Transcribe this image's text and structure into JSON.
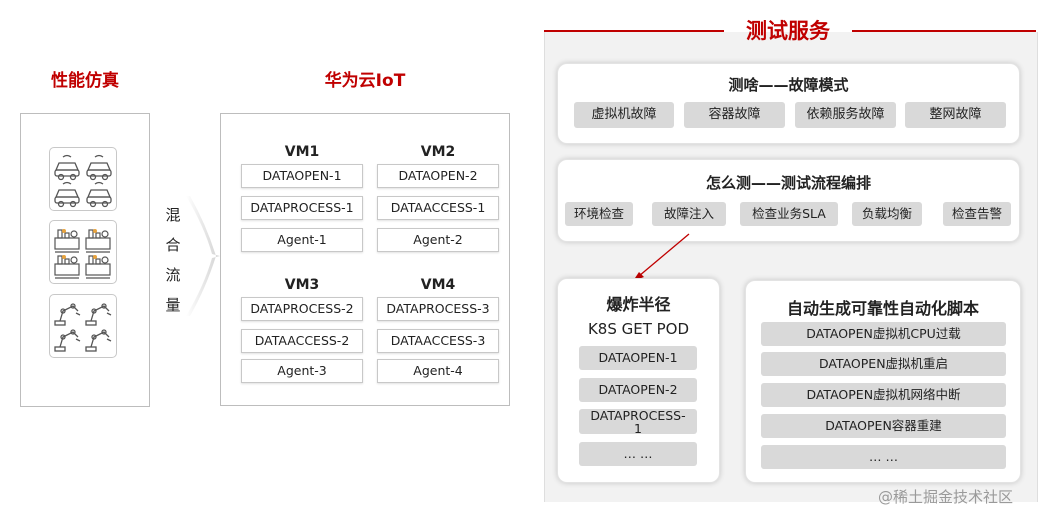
{
  "left": {
    "perf_title": "性能仿真",
    "mix_flow_chars": [
      "混",
      "合",
      "流",
      "量"
    ],
    "icons": [
      "vehicles-icon",
      "factory-icon",
      "robot-arm-icon"
    ]
  },
  "iot": {
    "title": "华为云IoT",
    "vms": [
      {
        "name": "VM1",
        "items": [
          "DATAOPEN-1",
          "DATAPROCESS-1",
          "Agent-1"
        ]
      },
      {
        "name": "VM2",
        "items": [
          "DATAOPEN-2",
          "DATAACCESS-1",
          "Agent-2"
        ]
      },
      {
        "name": "VM3",
        "items": [
          "DATAPROCESS-2",
          "DATAACCESS-2",
          "Agent-3"
        ]
      },
      {
        "name": "VM4",
        "items": [
          "DATAPROCESS-3",
          "DATAACCESS-3",
          "Agent-4"
        ]
      }
    ]
  },
  "service": {
    "title": "测试服务",
    "what": {
      "title": "测啥——故障模式",
      "chips": [
        "虚拟机故障",
        "容器故障",
        "依赖服务故障",
        "整网故障"
      ]
    },
    "how": {
      "title": "怎么测——测试流程编排",
      "chips": [
        "环境检查",
        "故障注入",
        "检查业务SLA",
        "负载均衡",
        "检查告警"
      ]
    },
    "blast": {
      "title": "爆炸半径",
      "subtitle": "K8S GET POD",
      "items": [
        "DATAOPEN-1",
        "DATAOPEN-2",
        "DATAPROCESS-\n1",
        "… …"
      ]
    },
    "auto": {
      "title": "自动生成可靠性自动化脚本",
      "items": [
        "DATAOPEN虚拟机CPU过载",
        "DATAOPEN虚拟机重启",
        "DATAOPEN虚拟机网络中断",
        "DATAOPEN容器重建",
        "… …"
      ]
    }
  },
  "watermark": "@稀土掘金技术社区",
  "colors": {
    "accent_red": "#c00000",
    "chip_gray": "#d9d9d9",
    "border_gray": "#bdbdbd"
  }
}
